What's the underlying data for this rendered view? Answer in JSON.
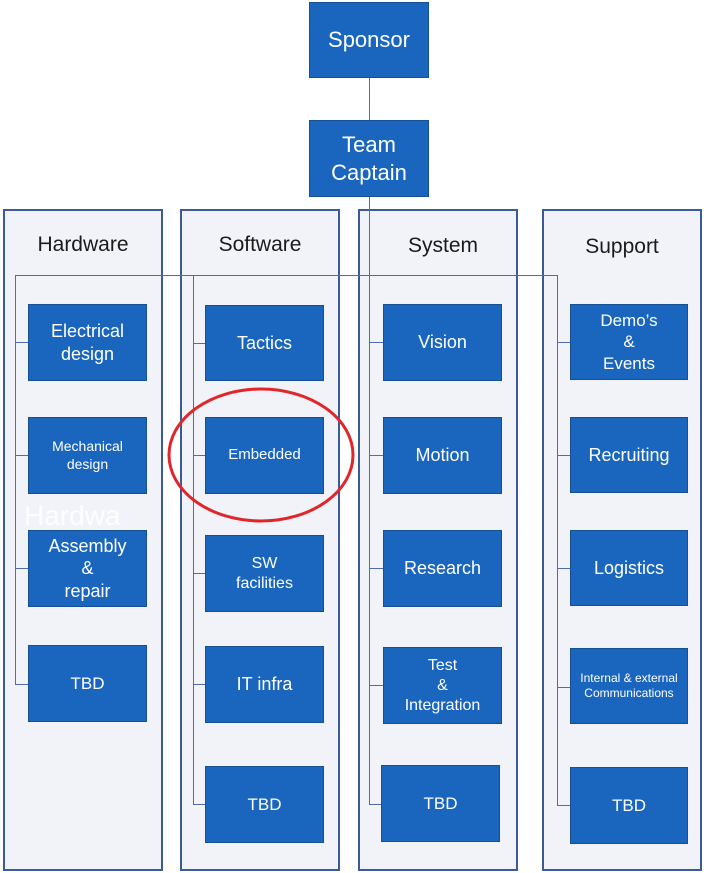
{
  "top": {
    "sponsor": "Sponsor",
    "captain": "Team\nCaptain"
  },
  "columns": [
    {
      "title": "Hardware",
      "items": [
        "Electrical\ndesign",
        "Mechanical\ndesign",
        "Assembly\n&\nrepair",
        "TBD"
      ],
      "ghost_text": "Hardwa"
    },
    {
      "title": "Software",
      "items": [
        "Tactics",
        "Embedded",
        "SW\nfacilities",
        "IT infra",
        "TBD"
      ]
    },
    {
      "title": "System",
      "items": [
        "Vision",
        "Motion",
        "Research",
        "Test\n&\nIntegration",
        "TBD"
      ]
    },
    {
      "title": "Support",
      "items": [
        "Demo’s\n&\nEvents",
        "Recruiting",
        "Logistics",
        "Internal & external\nCommunications",
        "TBD"
      ]
    }
  ],
  "colors": {
    "box_fill": "#1a66be",
    "column_fill": "#f1f3f8",
    "highlight_circle": "#e0262b"
  }
}
